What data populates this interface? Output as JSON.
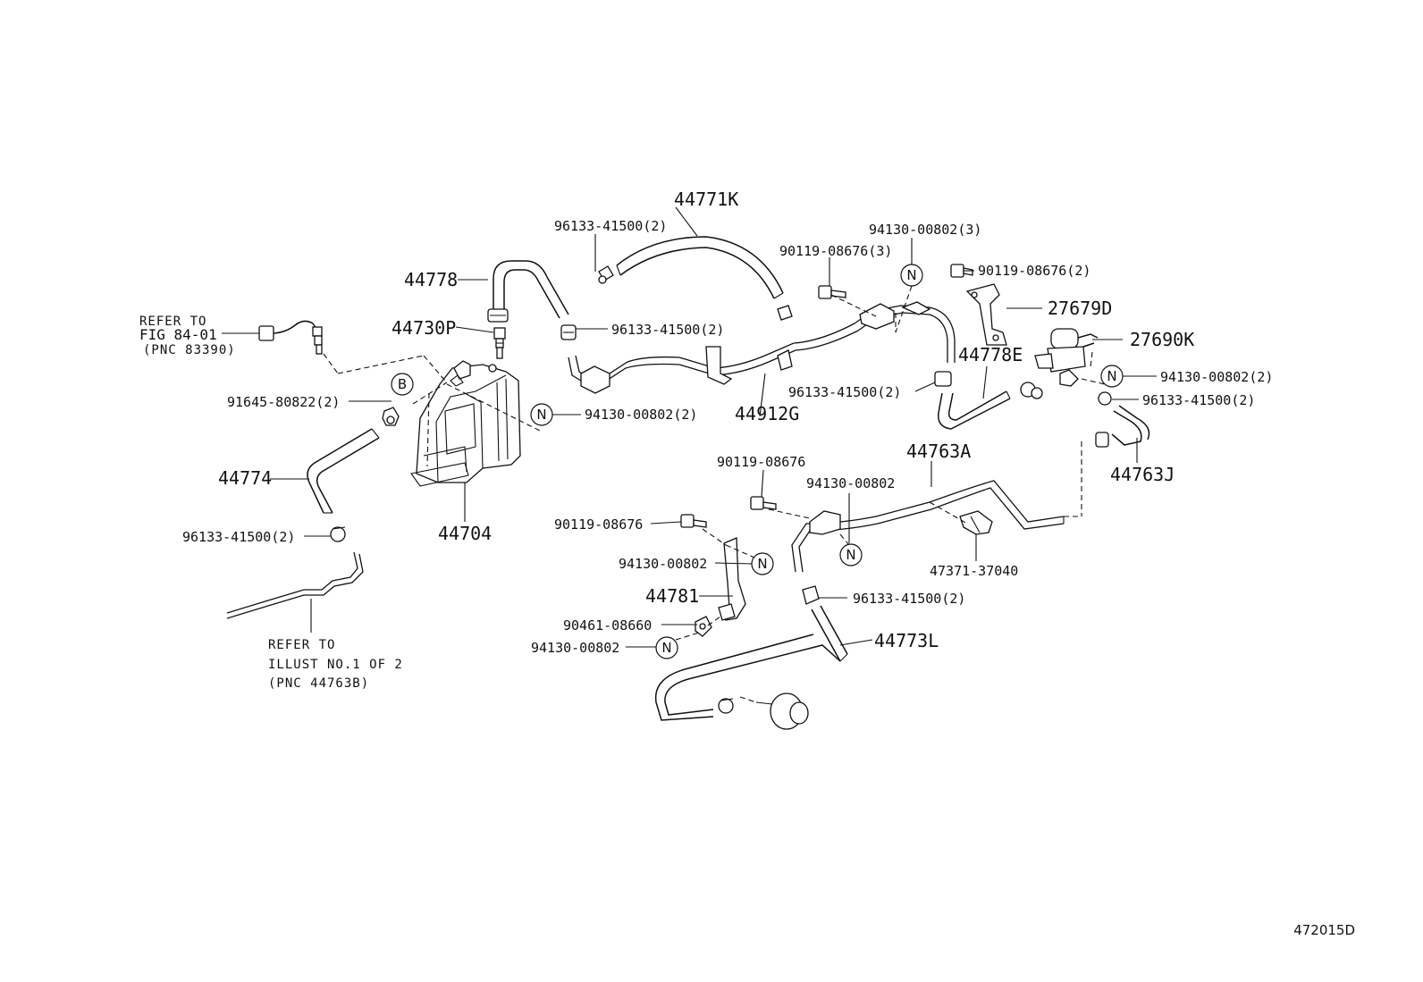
{
  "diagram": {
    "parts": {
      "p44771K": "44771K",
      "p44778": "44778",
      "p44730P": "44730P",
      "p44704": "44704",
      "p44774": "44774",
      "p44912G": "44912G",
      "p27679D": "27679D",
      "p27690K": "27690K",
      "p44778E": "44778E",
      "p44763A": "44763A",
      "p44763J": "44763J",
      "p44781": "44781",
      "p44773L": "44773L"
    },
    "fasteners": {
      "clamp_top_left": "96133-41500(2)",
      "clamp_top_mid": "96133-41500(2)",
      "bolt_top": "90119-08676(3)",
      "nut_top": "94130-00802(3)",
      "bolt_right": "90119-08676(2)",
      "clamp_mid": "96133-41500(2)",
      "nut_right": "94130-00802(2)",
      "clamp_right": "96133-41500(2)",
      "grommet_left": "91645-80822(2)",
      "nut_left": "94130-00802(2)",
      "clamp_left": "96133-41500(2)",
      "bolt_mid": "90119-08676",
      "nut_mid": "94130-00802",
      "bolt_lower": "90119-08676",
      "nut_lower": "94130-00802",
      "clip_lower": "90461-08660",
      "nut_bottom": "94130-00802",
      "clamp_lower": "96133-41500(2)",
      "connector_lower": "47371-37040"
    },
    "symbols": {
      "n_marker": "N",
      "b_marker": "B"
    },
    "refs": {
      "ref_top_line1": "REFER TO",
      "ref_top_line2": "FIG 84-01",
      "ref_top_line3": "(PNC 83390)",
      "ref_bottom_line1": "REFER TO",
      "ref_bottom_line2": "ILLUST NO.1 OF 2",
      "ref_bottom_line3": "(PNC 44763B)"
    },
    "figure_id": "472015D"
  }
}
